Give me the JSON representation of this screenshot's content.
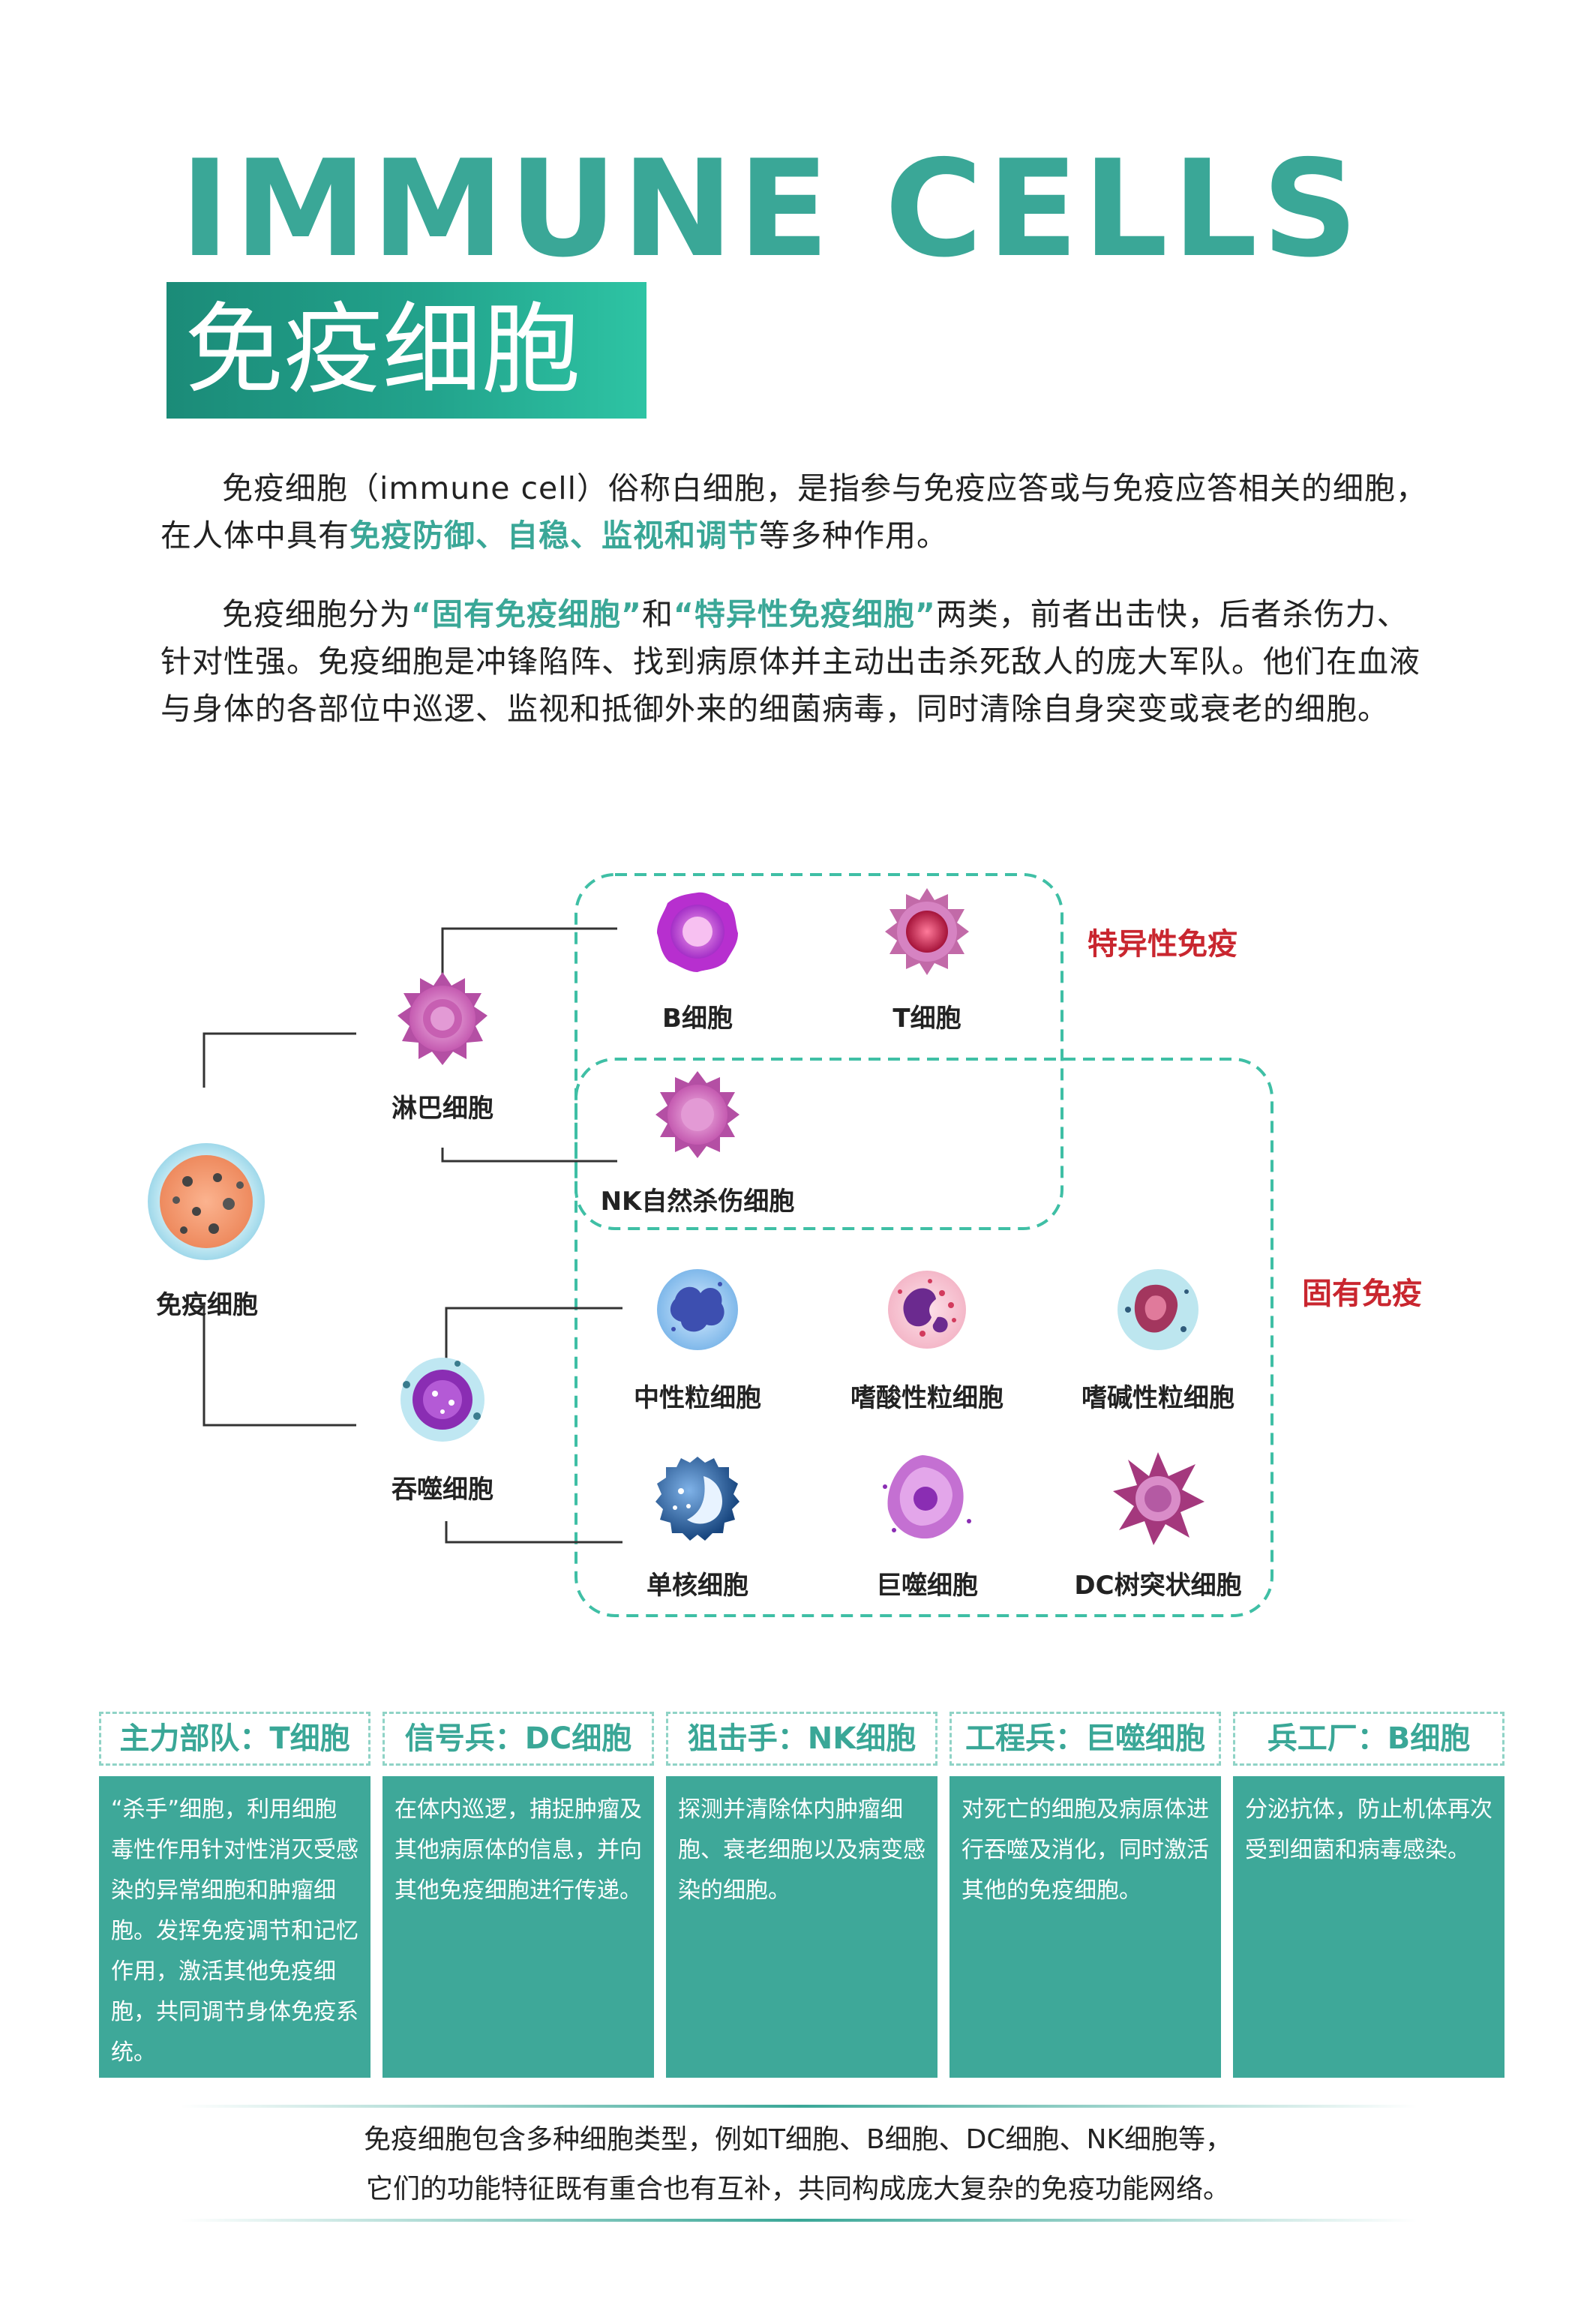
{
  "header": {
    "title_en": "IMMUNE CELLS",
    "title_cn": "免疫细胞"
  },
  "intro": {
    "p1_a": "免疫细胞（immune cell）俗称白细胞，是指参与免疫应答或与免疫应答相关的细胞，在人体中具有",
    "p1_hl": "免疫防御、自稳、监视和调节",
    "p1_b": "等多种作用。",
    "p2_a": "免疫细胞分为",
    "p2_hl1": "“固有免疫细胞”",
    "p2_b": "和",
    "p2_hl2": "“特异性免疫细胞”",
    "p2_c": "两类，前者出击快，后者杀伤力、针对性强。免疫细胞是冲锋陷阵、找到病原体并主动出击杀死敌人的庞大军队。他们在血液与身体的各部位中巡逻、监视和抵御外来的细菌病毒，同时清除自身突变或衰老的细胞。"
  },
  "diagram": {
    "root": "免疫细胞",
    "lymph": "淋巴细胞",
    "phago": "吞噬细胞",
    "b_cell": "B细胞",
    "t_cell": "T细胞",
    "nk_cell": "NK自然杀伤细胞",
    "neutrophil": "中性粒细胞",
    "eosinophil": "嗜酸性粒细胞",
    "basophil": "嗜碱性粒细胞",
    "monocyte": "单核细胞",
    "macrophage": "巨噬细胞",
    "dc": "DC树突状细胞",
    "cat_specific": "特异性免疫",
    "cat_innate": "固有免疫",
    "colors": {
      "accent": "#3aa797",
      "category": "#c9262f",
      "dashed": "#3fbfa5"
    }
  },
  "cards": [
    {
      "title": "主力部队：T细胞",
      "body": "“杀手”细胞，利用细胞毒性作用针对性消灭受感染的异常细胞和肿瘤细胞。发挥免疫调节和记忆作用，激活其他免疫细胞，共同调节身体免疫系统。"
    },
    {
      "title": "信号兵：DC细胞",
      "body": "在体内巡逻，捕捉肿瘤及其他病原体的信息，并向其他免疫细胞进行传递。"
    },
    {
      "title": "狙击手：NK细胞",
      "body": "探测并清除体内肿瘤细胞、衰老细胞以及病变感染的细胞。"
    },
    {
      "title": "工程兵：巨噬细胞",
      "body": "对死亡的细胞及病原体进行吞噬及消化，同时激活其他的免疫细胞。"
    },
    {
      "title": "兵工厂：B细胞",
      "body": "分泌抗体，防止机体再次受到细菌和病毒感染。"
    }
  ],
  "footer": {
    "line1": "免疫细胞包含多种细胞类型，例如T细胞、B细胞、DC细胞、NK细胞等，",
    "line2": "它们的功能特征既有重合也有互补，共同构成庞大复杂的免疫功能网络。"
  }
}
